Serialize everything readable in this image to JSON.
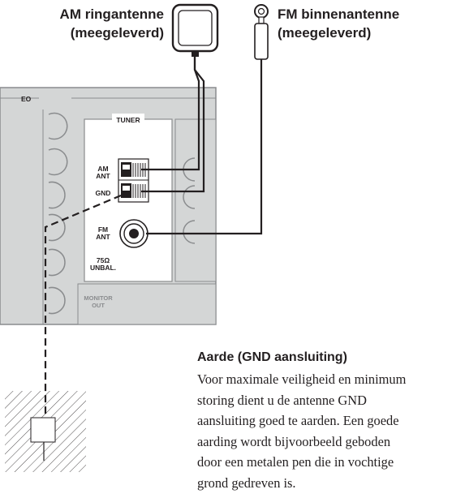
{
  "labels": {
    "am_antenna": [
      "AM ringantenne",
      "(meegeleverd)"
    ],
    "fm_antenna": [
      "FM binnenantenne",
      "(meegeleverd)"
    ]
  },
  "panel": {
    "video_fragment": "EO",
    "tuner_title": "TUNER",
    "am_ant": [
      "AM",
      "ANT"
    ],
    "gnd": "GND",
    "fm_ant": [
      "FM",
      "ANT"
    ],
    "impedance": [
      "75Ω",
      "UNBAL."
    ],
    "monitor_out": [
      "MONITOR",
      "OUT"
    ]
  },
  "ground_note": {
    "title": "Aarde (GND aansluiting)",
    "lines": [
      "Voor maximale veiligheid en minimum",
      "storing dient u de antenne GND",
      "aansluiting goed te aarden. Een goede",
      "aarding wordt bijvoorbeeld geboden",
      "door een metalen pen die in vochtige",
      "grond gedreven is."
    ]
  },
  "colors": {
    "panel_fill": "#d4d6d6",
    "panel_stroke": "#8a8c8e",
    "ink": "#231f20"
  }
}
